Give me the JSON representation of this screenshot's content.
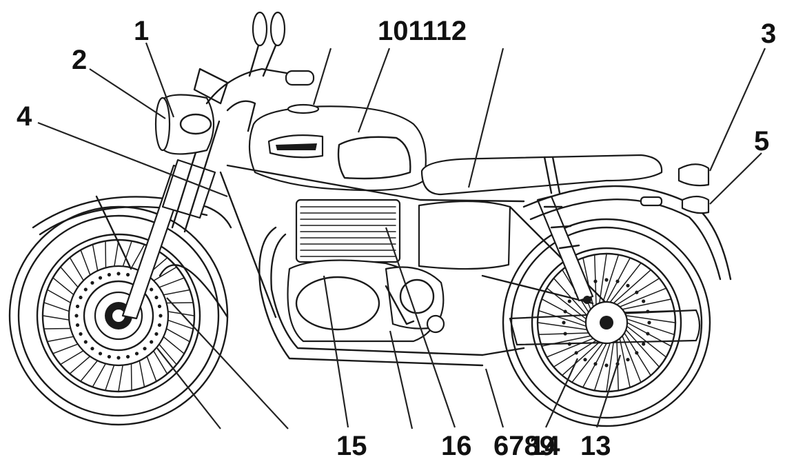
{
  "callouts": {
    "c1": "1",
    "c2": "2",
    "c3": "3",
    "c4": "4",
    "c5": "5",
    "c101112": "101112",
    "c13": "13",
    "c15": "15",
    "c16": "16",
    "c6789": "6789",
    "c14": "14"
  }
}
